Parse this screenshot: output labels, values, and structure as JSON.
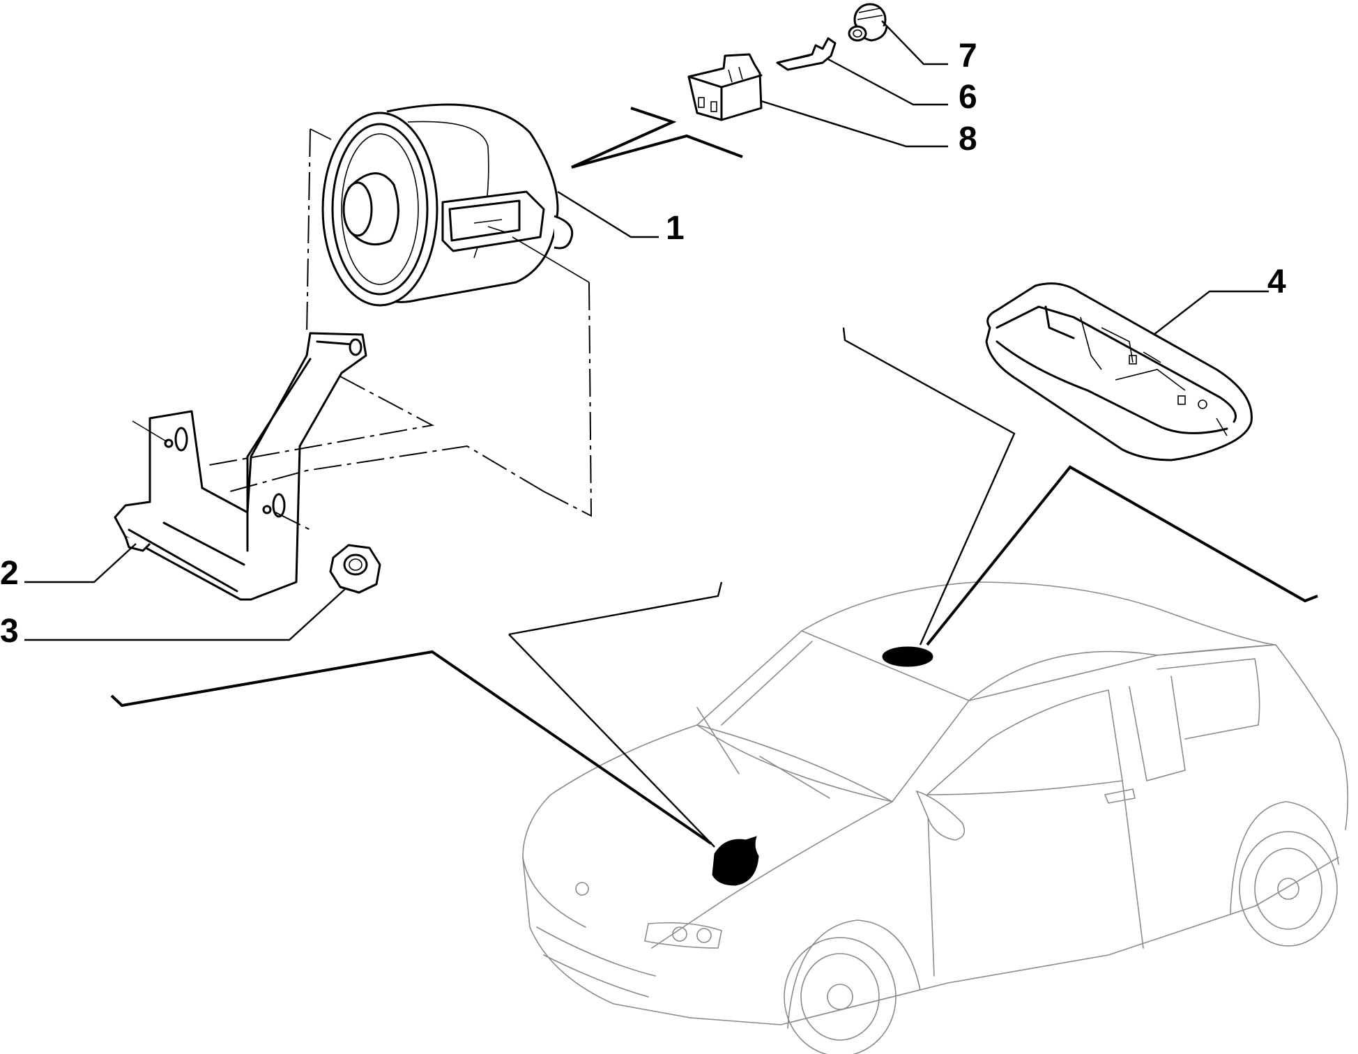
{
  "callouts": [
    {
      "id": "1",
      "label": "1"
    },
    {
      "id": "2",
      "label": "2"
    },
    {
      "id": "3",
      "label": "3"
    },
    {
      "id": "4",
      "label": "4"
    },
    {
      "id": "6",
      "label": "6"
    },
    {
      "id": "7",
      "label": "7"
    },
    {
      "id": "8",
      "label": "8"
    }
  ],
  "colors": {
    "line": "#000000",
    "car_outline": "#8a8a8a",
    "background": "#ffffff"
  }
}
